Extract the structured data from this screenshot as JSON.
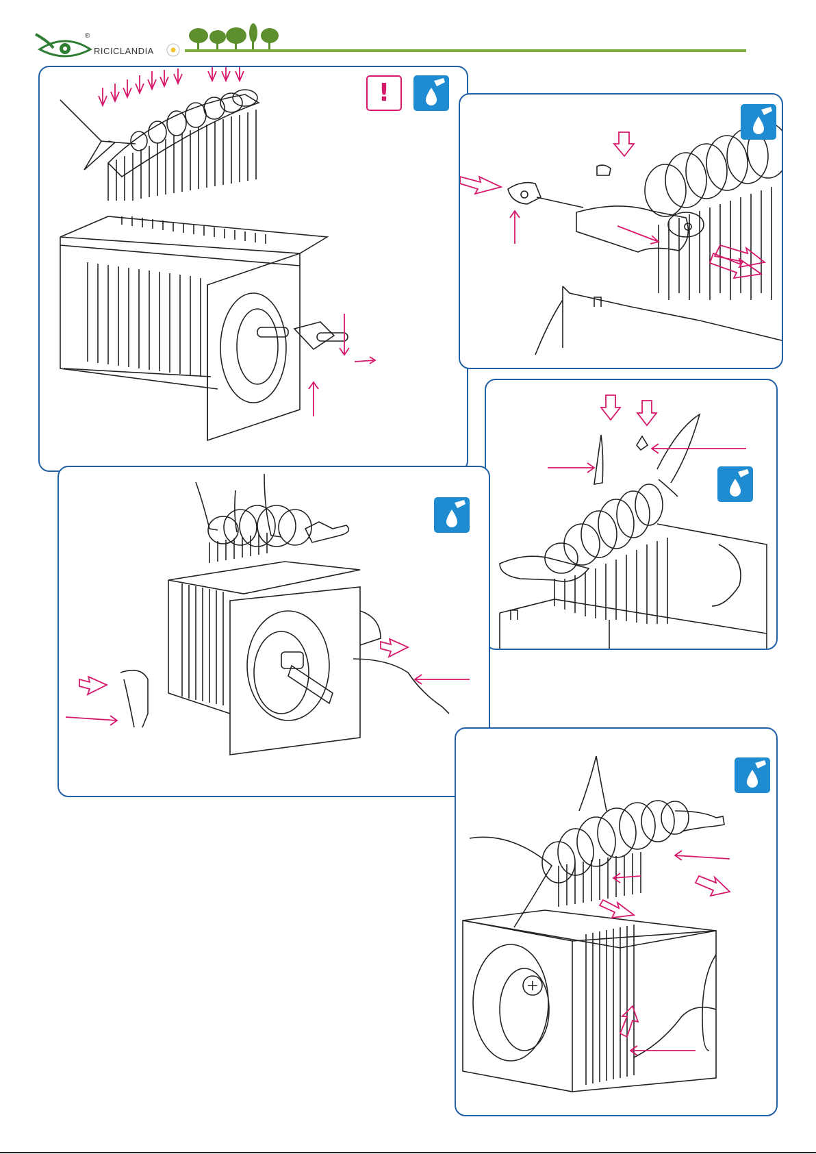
{
  "header": {
    "brand": "RICICLANDIA",
    "registered_mark": "®"
  },
  "colors": {
    "panel_border": "#1f5fa6",
    "arrow": "#d6186b",
    "glue_icon": "#1f8bd0",
    "header_line": "#7cab3b",
    "trees": "#5e8f2e",
    "line_art": "#222222"
  },
  "icons": {
    "warning": "exclamation-icon",
    "glue": "glue-drop-icon",
    "warning_glyph": "!"
  },
  "steps": [
    {
      "id": "step-1",
      "icons": [
        "exclamation-icon",
        "glue-drop-icon"
      ]
    },
    {
      "id": "step-2",
      "icons": [
        "glue-drop-icon"
      ]
    },
    {
      "id": "step-3",
      "icons": [
        "glue-drop-icon"
      ]
    },
    {
      "id": "step-4",
      "icons": [
        "glue-drop-icon"
      ]
    },
    {
      "id": "step-5",
      "icons": [
        "glue-drop-icon"
      ]
    }
  ],
  "footer": {
    "page_number": ""
  }
}
